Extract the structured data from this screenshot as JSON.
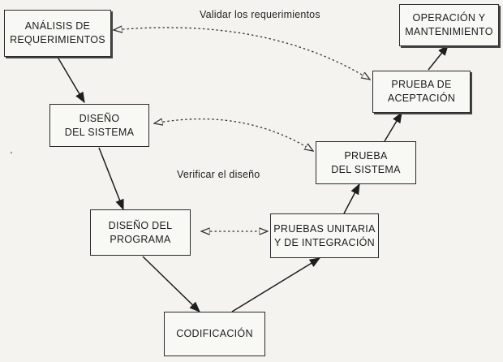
{
  "nodes": {
    "analisis_requerimientos": {
      "line1": "ANÁLISIS DE",
      "line2": "REQUERIMIENTOS"
    },
    "diseno_sistema": {
      "line1": "DISEÑO",
      "line2": "DEL SISTEMA"
    },
    "diseno_programa": {
      "line1": "DISEÑO DEL",
      "line2": "PROGRAMA"
    },
    "codificacion": {
      "line1": "CODIFICACIÓN"
    },
    "pruebas_unitaria": {
      "line1": "PRUEBAS UNITARIA",
      "line2": "Y DE INTEGRACIÓN"
    },
    "prueba_sistema": {
      "line1": "PRUEBA",
      "line2": "DEL SISTEMA"
    },
    "prueba_aceptacion": {
      "line1": "PRUEBA DE",
      "line2": "ACEPTACIÓN"
    },
    "operacion_mantenimiento": {
      "line1": "OPERACIÓN Y",
      "line2": "MANTENIMIENTO"
    }
  },
  "labels": {
    "validar": "Validar los requerimientos",
    "verificar": "Verificar el diseño"
  },
  "colors": {
    "background": "#f4f3ef",
    "box_fill": "#f8f8f5",
    "stroke": "#2b2b2b",
    "text": "#1c1c1c"
  }
}
